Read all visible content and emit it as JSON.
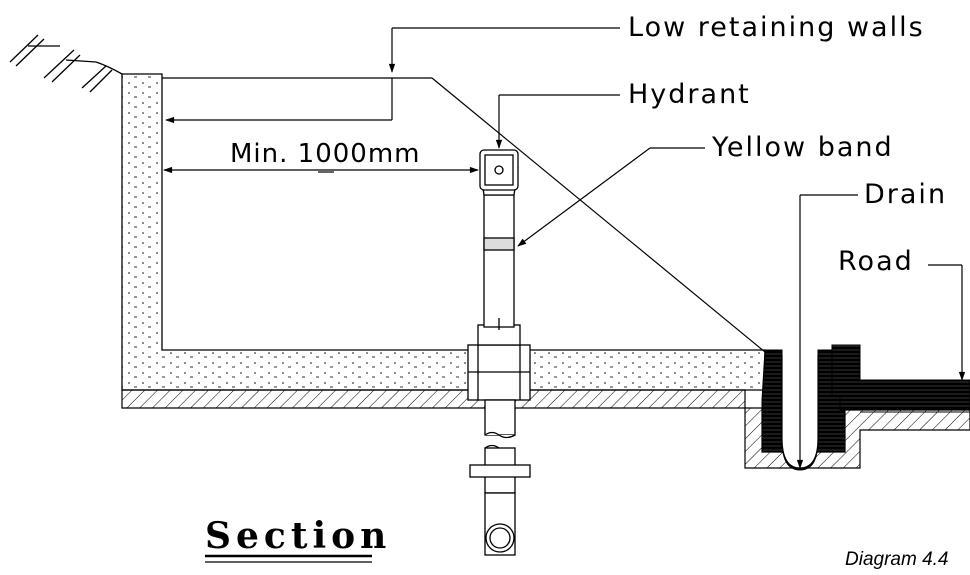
{
  "labels": {
    "low_retaining_walls": "Low retaining walls",
    "hydrant": "Hydrant",
    "yellow_band": "Yellow band",
    "drain": "Drain",
    "road": "Road"
  },
  "dimension": "Min. 1000mm",
  "title": "Section",
  "diagram_number": "Diagram 4.4"
}
